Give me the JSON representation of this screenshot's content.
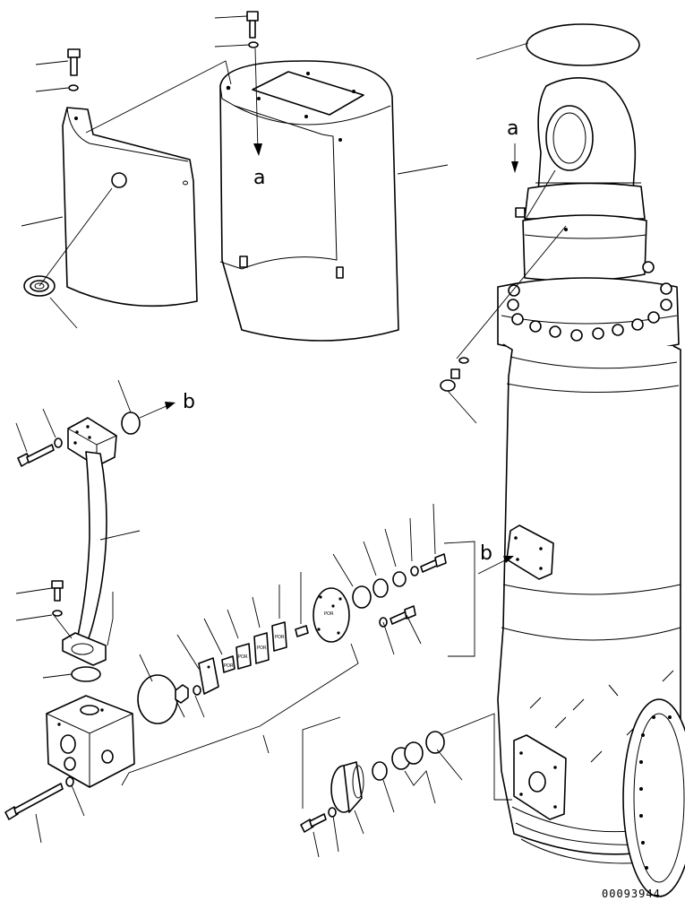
{
  "diagram": {
    "labels": {
      "a_top": "a",
      "a_right": "a",
      "b_left": "b",
      "b_right": "b"
    },
    "drawing_code": "00093944"
  }
}
